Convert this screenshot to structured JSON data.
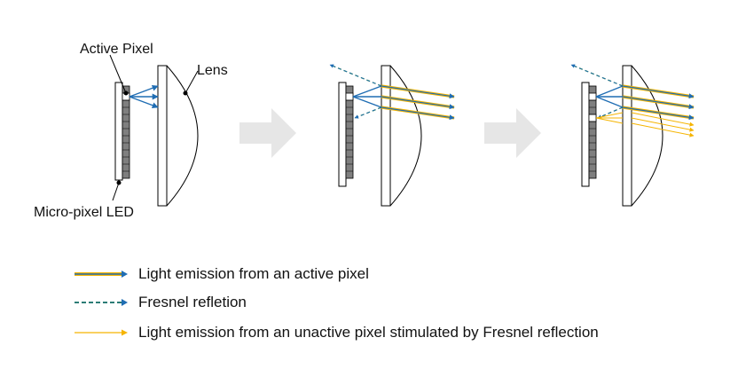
{
  "labels": {
    "active_pixel": "Active Pixel",
    "lens": "Lens",
    "micro_pixel_led": "Micro-pixel LED"
  },
  "legend": [
    {
      "text": "Light emission from an active pixel",
      "style": "double-line"
    },
    {
      "text": "Fresnel refletion",
      "style": "dashed"
    },
    {
      "text": "Light emission from an unactive pixel stimulated by Fresnel reflection",
      "style": "thin"
    }
  ],
  "colors": {
    "blue": "#1f6db3",
    "yellow": "#f5b400",
    "green": "#3a8a3a",
    "pixel_gray": "#7f7f7f",
    "arrow_gray": "#e6e6e6"
  },
  "icons": [
    "right-arrow-icon"
  ]
}
